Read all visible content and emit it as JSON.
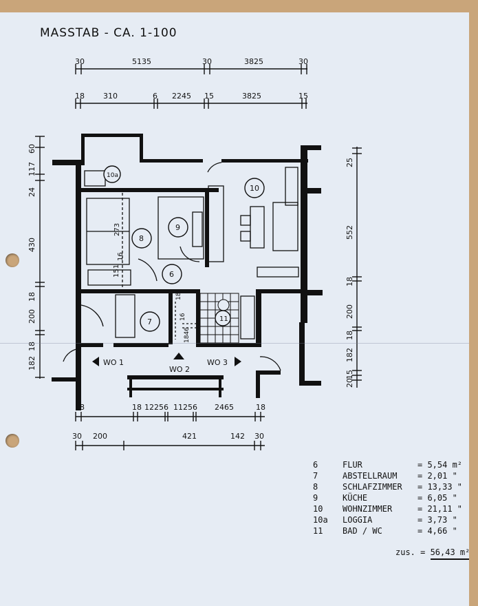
{
  "title": "MASSTAB - CA. 1-100",
  "dims": {
    "top1": [
      "30",
      "5135",
      "30",
      "3825",
      "30"
    ],
    "top2": [
      "18",
      "310",
      "6",
      "2245",
      "15",
      "3825",
      "15"
    ],
    "left": [
      "60",
      "117",
      "24",
      "430",
      "18",
      "200",
      "18",
      "182"
    ],
    "right": [
      "25",
      "552",
      "18",
      "200",
      "18",
      "182",
      "15",
      "20"
    ],
    "bottom1": [
      "18",
      "18",
      "1225",
      "6",
      "1125",
      "6",
      "2465",
      "18"
    ],
    "bottom2": [
      "30",
      "200",
      "421",
      "142",
      "30"
    ],
    "room8": [
      "273",
      "16",
      "151"
    ],
    "hall": [
      "18",
      "16",
      "1846"
    ]
  },
  "rooms": {
    "r10": "10",
    "r8": "8",
    "r9": "9",
    "r6": "6",
    "r7": "7",
    "r10a": "10a",
    "r11": "11"
  },
  "entrances": {
    "wo1": "WO 1",
    "wo2": "WO 2",
    "wo3": "WO 3"
  },
  "legend": [
    {
      "num": "6",
      "name": "FLUR",
      "area": "= 5,54 m²"
    },
    {
      "num": "7",
      "name": "ABSTELLRAUM",
      "area": "= 2,01 \""
    },
    {
      "num": "8",
      "name": "SCHLAFZIMMER",
      "area": "= 13,33 \""
    },
    {
      "num": "9",
      "name": "KÜCHE",
      "area": "= 6,05 \""
    },
    {
      "num": "10",
      "name": "WOHNZIMMER",
      "area": "= 21,11 \""
    },
    {
      "num": "10a",
      "name": "LOGGIA",
      "area": "= 3,73 \""
    },
    {
      "num": "11",
      "name": "BAD / WC",
      "area": "= 4,66 \""
    }
  ],
  "total": {
    "label": "zus. = ",
    "value": "56,43 m²"
  }
}
